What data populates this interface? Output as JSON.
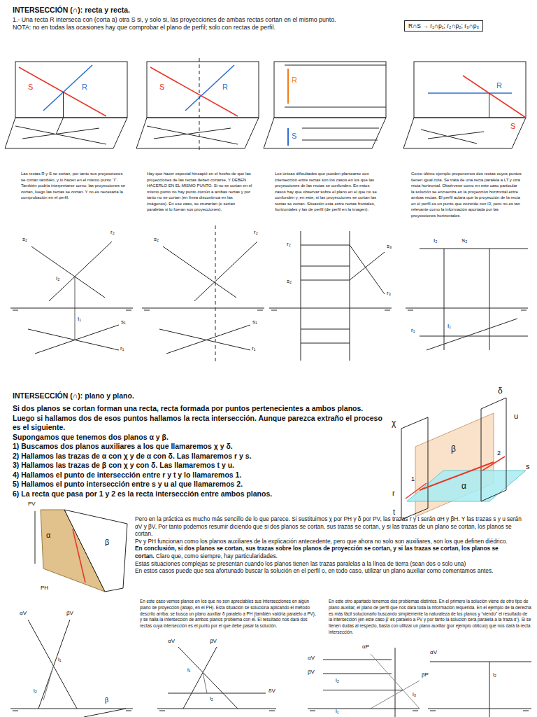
{
  "diagram": {
    "title": "INTERSECCIÓN (∩): recta y recta.",
    "nodes": [
      {
        "text": [
          "R∩S → r₁∩p₁; r₂∩p₂; r₃∩p₃"
        ]
      }
    ],
    "labels": [
      "1.- Una recta R interseca con (corta a) otra S si, y solo si, las proyecciones de ambas rectas cortan en el mismo punto.",
      "NOTA: no en todas las ocasiones hay que comprobar el plano de perfil; solo con rectas de perfil.",
      "Las rectas R y S se cortan, por tanto sus proyecciones se cortan también, y lo hacen en el mismo punto “I”. También podría interpretarse como: las proyecciones se cortan, luego las rectas se cortan. Y no es necesaria la comprobación en el perfil.",
      "Hay que hacer especial hincapié en el hecho de que las proyecciones de las rectas deben cortarse, Y DEBEN HACERLO EN EL MISMO PUNTO. Si no se cortan en el mismo punto no hay punto común a ambas rectas y por tanto no se cortan (en línea discontinua en las imágenes). En ese caso, se cruzarían (o serían paralelas si lo fueran sus proyecciones).",
      "Los únicas dificultades que pueden plantearse con intersección entre rectas son los casos en los que las proyecciones de las rectas se confunden. En estos casos hay que observar sobre el plano en el que no se confunden y, en este, si las proyecciones se cortan las rectas se cortan. Situación esta entre rectas frontales, horizontales y las de perfil (de perfil en la imagen).",
      "Como último ejemplo proponemos dos rectas cuyos puntos tienen igual cota. Se trata de una recta paralela a LT y otra recta horizontal. Obsérvese como en este caso particular la solución se encuentra en la proyección horizontal entre ambas rectas. El perfil aclara que la proyección de la recta en el perfil es un punto que coincide con I3, pero no es tan relevante como la información aportada por las proyecciones horizontales.",
      "INTERSECCIÓN (∩): plano y plano.",
      "Si dos planos se cortan forman una recta, recta formada por puntos pertenecientes a ambos planos. Luego si hallamos dos de esos puntos hallamos la recta intersección. Aunque parezca extraño el proceso es el siguiente.",
      "Supongamos que tenemos dos planos α y β.",
      "1) Buscamos dos planos auxiliares a los que llamaremos χ y δ.",
      "2) Hallamos las trazas de α con χ y de α con δ. Las llamaremos r y s.",
      "3) Hallamos las trazas de β con χ y con δ. Las llamaremos t y u.",
      "4) Hallamos el punto de intersección entre r y t y lo llamaremos 1.",
      "5) Hallamos el punto intersección entre s y u al que llamaremos 2.",
      "6) La recta que pasa por 1 y 2 es la recta intersección entre ambos planos.",
      "Pero en la práctica es mucho más sencillo de lo que parece. Si sustituimos χ por PH y δ por PV, las trazas r y t serán αH y βH. Y las trazas s y u serán αV y βV. Por tanto podemos resumir diciendo que si dos planos se cortan, sus trazas se cortan, y si las trazas de un plano se cortan, los planos se cortan.",
      "Pv y PH funcionan como los planos auxiliares de la explicación antecedente, pero que ahora no solo son auxiliares, son los que definen diédrico.",
      "En conclusión, si dos planos se cortan, sus trazas sobre los planos de proyección se cortan, y si las trazas se cortan, los planos se cortan.",
      "Claro que, como siempre, hay particularidades.",
      "Estas situaciones complejas se presentan cuando los planos tienen las trazas paralelas a la línea de tierra (sean dos o solo una)",
      "En estos casos puede que sea afortunado buscar la solución en el perfil o, en todo caso, utilizar un plano auxiliar como comentamos antes.",
      "En este caso vemos planos en los que no son apreciables sus intersecciones en algún plano de proyección (abajo, en el PH). Esta situación se soluciona aplicando el método descrito arriba: se busca un plano auxiliar δ paralelo a PH (también valdría paralelo a PV), y se halla la intersección de ambos planos problema con él. El resultado nos dará dos rectas cuya intersección es el punto por el que debe pasar la solución.",
      "En este otro apartado tenemos dos problemas distintos. En el primero la solución viene de otro tipo de plano auxiliar, el plano de perfil que nos dará toda la información requerida. En el ejemplo de la derecha es más fácil solucionarlo buscando simplemente la naturaleza de los planos y “viendo” el resultado de la intersección (en este caso β’ es paralelo a PV y por tanto la solución será paralela a la traza α’). Si se tienen dudas al respecto, basta con utilizar un plano auxiliar (por ejemplo oblicuo) que nos dará la recta intersección.",
      "S",
      "R",
      "S",
      "R",
      "R",
      "S",
      "R",
      "S",
      "r₂",
      "s₂",
      "I₂",
      "I₁",
      "r₁",
      "s₁",
      "r₂",
      "s₂",
      "r₁",
      "s₁",
      "r₂",
      "s₂",
      "r₃",
      "s₃",
      "I₂",
      "S₂",
      "I₁",
      "r₁",
      "χ",
      "δ",
      "β",
      "u",
      "r",
      "s",
      "α",
      "1",
      "2",
      "t",
      "PV",
      "α",
      "β",
      "PH",
      "αV",
      "βV",
      "i₁",
      "i₂",
      "β",
      "αV",
      "βV",
      "δV",
      "i₁",
      "i₂",
      "αV",
      "βV",
      "αP",
      "i₂",
      "i₃",
      "βP",
      "i₁",
      "αV",
      "i₂"
    ]
  }
}
